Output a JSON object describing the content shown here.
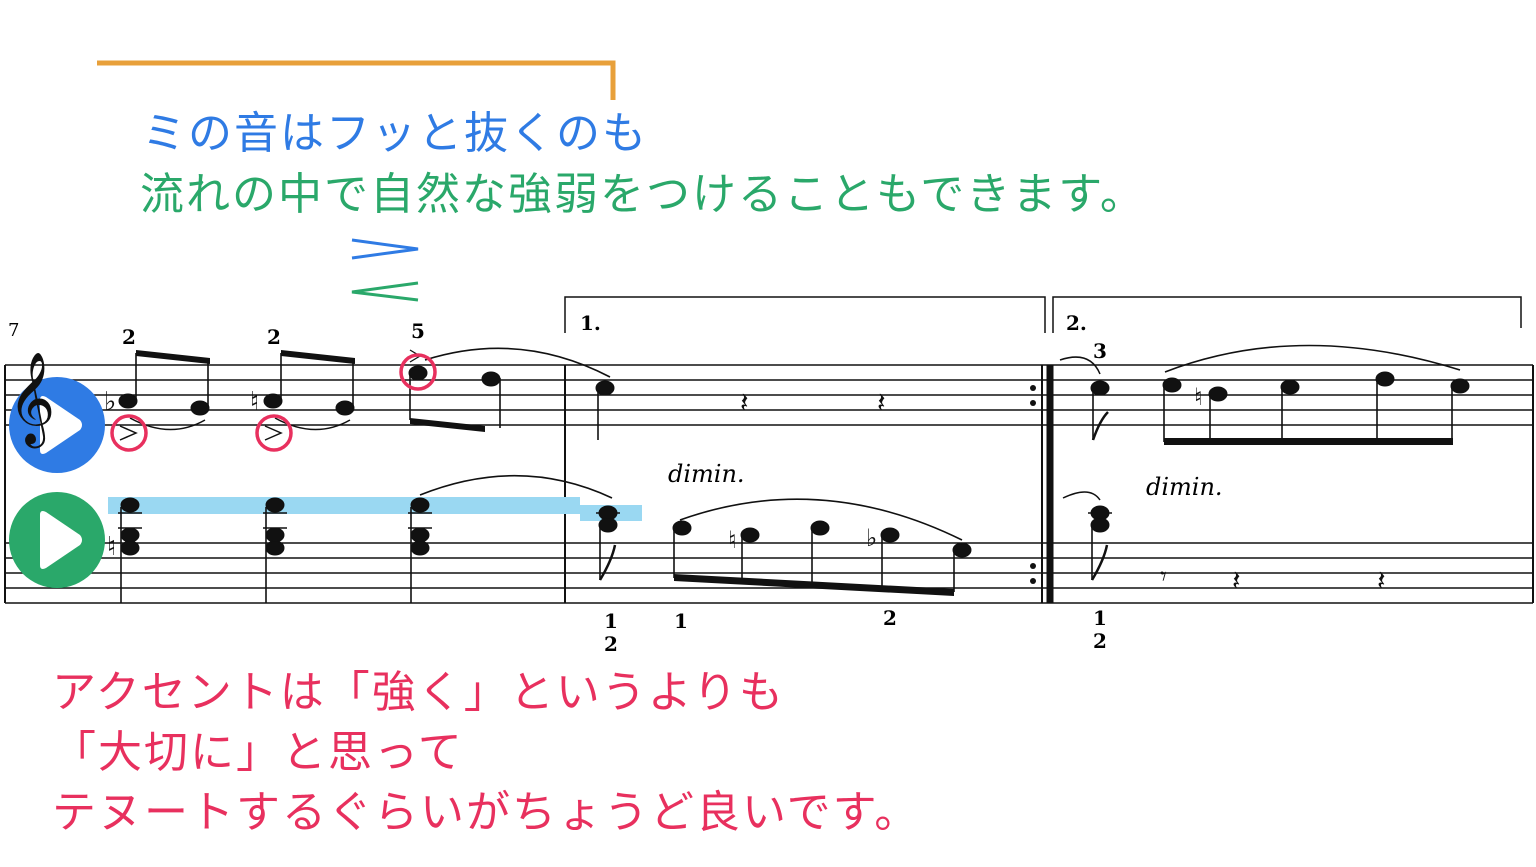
{
  "annotations": {
    "blue_note": "ミの音はフッと抜くのも",
    "green_note": "流れの中で自然な強弱をつけることもできます。",
    "pink_lines": [
      "アクセントは「強く」というよりも",
      "「大切に」と思って",
      "テヌートするぐらいがちょうど良いです。"
    ]
  },
  "score": {
    "measure_number": "7",
    "fingerings_top": [
      "2",
      "2",
      "5",
      "3"
    ],
    "fingerings_bottom": [
      "1",
      "2",
      "1",
      "2",
      "1",
      "2"
    ],
    "endings": [
      "1.",
      "2."
    ],
    "dynamics": [
      "dimin.",
      "dimin."
    ]
  },
  "buttons": {
    "play_upper": "play-icon",
    "play_lower": "play-icon"
  },
  "colors": {
    "blue": "#2f7be4",
    "green": "#2aa86a",
    "pink": "#e8305e",
    "orange": "#e8a03a",
    "highlight": "#9ad8f2"
  }
}
